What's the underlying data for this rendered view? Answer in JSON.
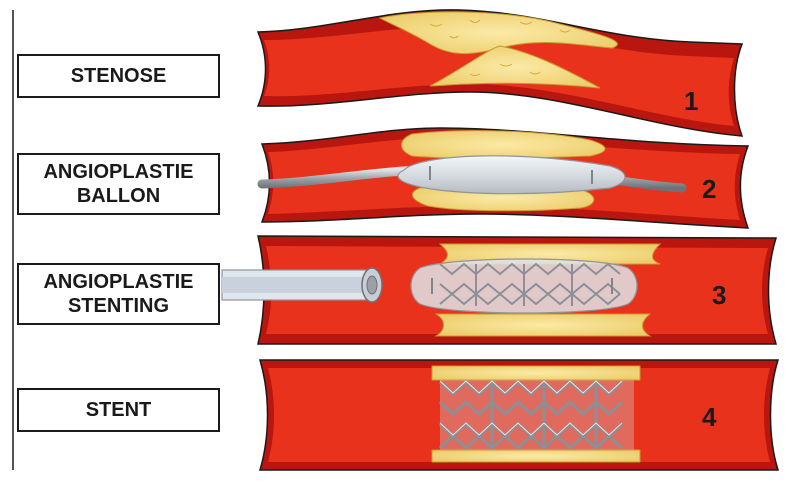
{
  "steps": [
    {
      "label_lines": [
        "STENOSE"
      ],
      "number": "1"
    },
    {
      "label_lines": [
        "ANGIOPLASTIE",
        "BALLON"
      ],
      "number": "2"
    },
    {
      "label_lines": [
        "ANGIOPLASTIE",
        "STENTING"
      ],
      "number": "3"
    },
    {
      "label_lines": [
        "STENT"
      ],
      "number": "4"
    }
  ],
  "colors": {
    "vessel_wall": "#b8160f",
    "vessel_lumen": "#e8321c",
    "plaque": "#f3dc8a",
    "plaque_detail": "#d9a93a",
    "catheter": "#a9adb2",
    "balloon": "#dfe3e7",
    "stent_wire": "#8e949a",
    "outline": "#1a1a1a"
  }
}
